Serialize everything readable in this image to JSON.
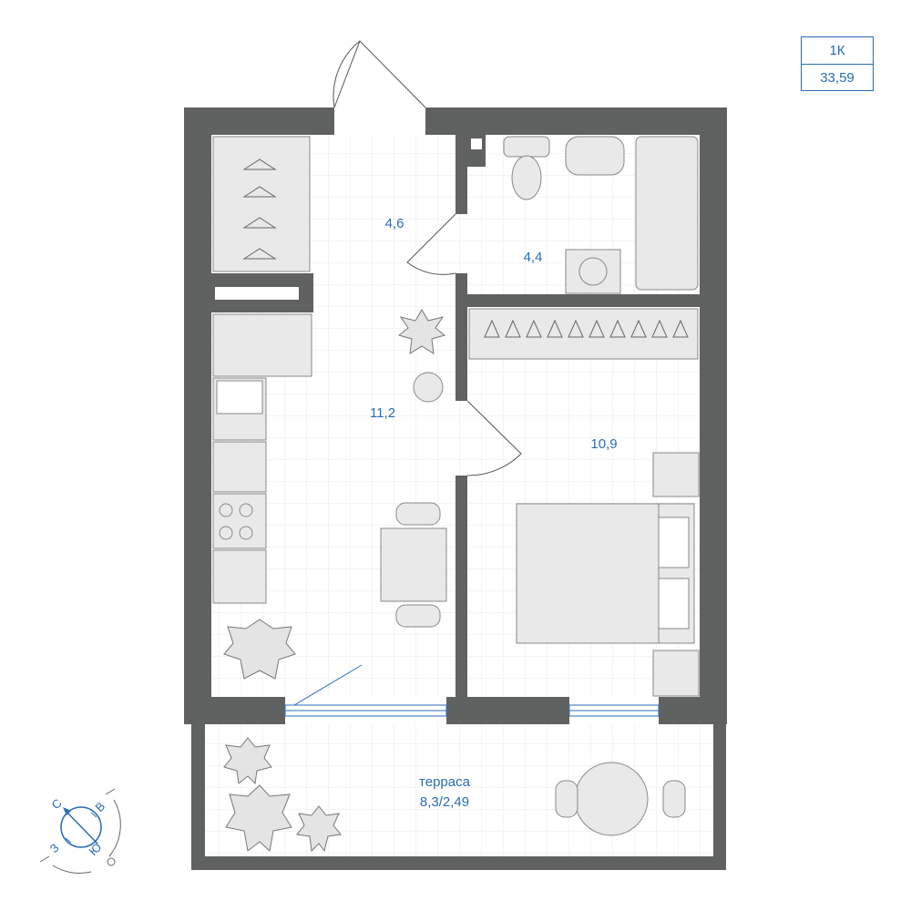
{
  "badge": {
    "type": "1К",
    "area": "33,59"
  },
  "rooms": {
    "hall": "4,6",
    "bathroom": "4,4",
    "kitchen_living": "11,2",
    "bedroom": "10,9",
    "terrace_label": "терраса",
    "terrace_area": "8,3/2,49"
  },
  "compass": {
    "north": "С",
    "east": "В",
    "south": "Ю",
    "west": "З"
  },
  "colors": {
    "wall": "#606261",
    "accent": "#2a6db5",
    "furniture": "#e8e9e8",
    "grid": "#e7e9e9"
  }
}
